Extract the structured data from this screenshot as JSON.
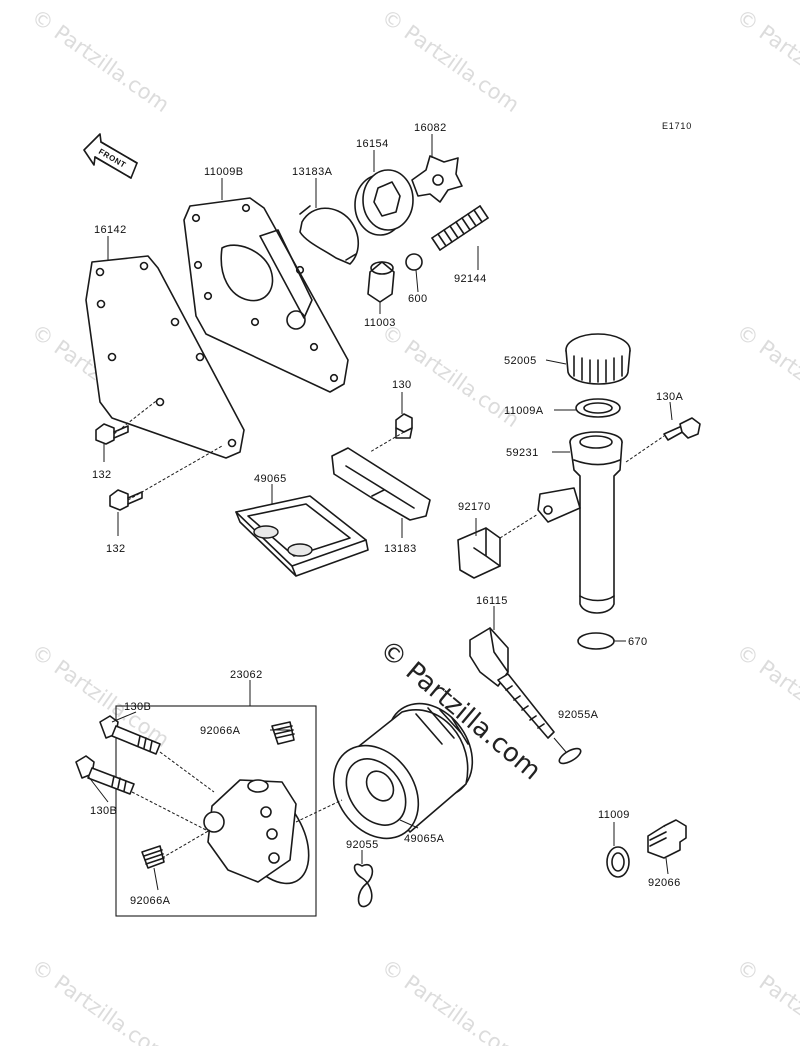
{
  "diagram_code": "E1710",
  "front_label": "FRONT",
  "watermark_text": "© Partzilla.com",
  "center_watermark_text": "© Partzilla.com",
  "labels": {
    "p16142": "16142",
    "p11009B": "11009B",
    "p13183A": "13183A",
    "p16154": "16154",
    "p16082": "16082",
    "p92144": "92144",
    "p600": "600",
    "p11003": "11003",
    "p52005": "52005",
    "p11009A": "11009A",
    "p130A": "130A",
    "p59231": "59231",
    "p130": "130",
    "p132a": "132",
    "p132b": "132",
    "p49065": "49065",
    "p13183": "13183",
    "p92170": "92170",
    "p16115": "16115",
    "p670": "670",
    "p23062": "23062",
    "p130Ba": "130B",
    "p130Bb": "130B",
    "p92066Aa": "92066A",
    "p92066Ab": "92066A",
    "p49065A": "49065A",
    "p92055": "92055",
    "p92055A": "92055A",
    "p11009": "11009",
    "p92066": "92066"
  }
}
